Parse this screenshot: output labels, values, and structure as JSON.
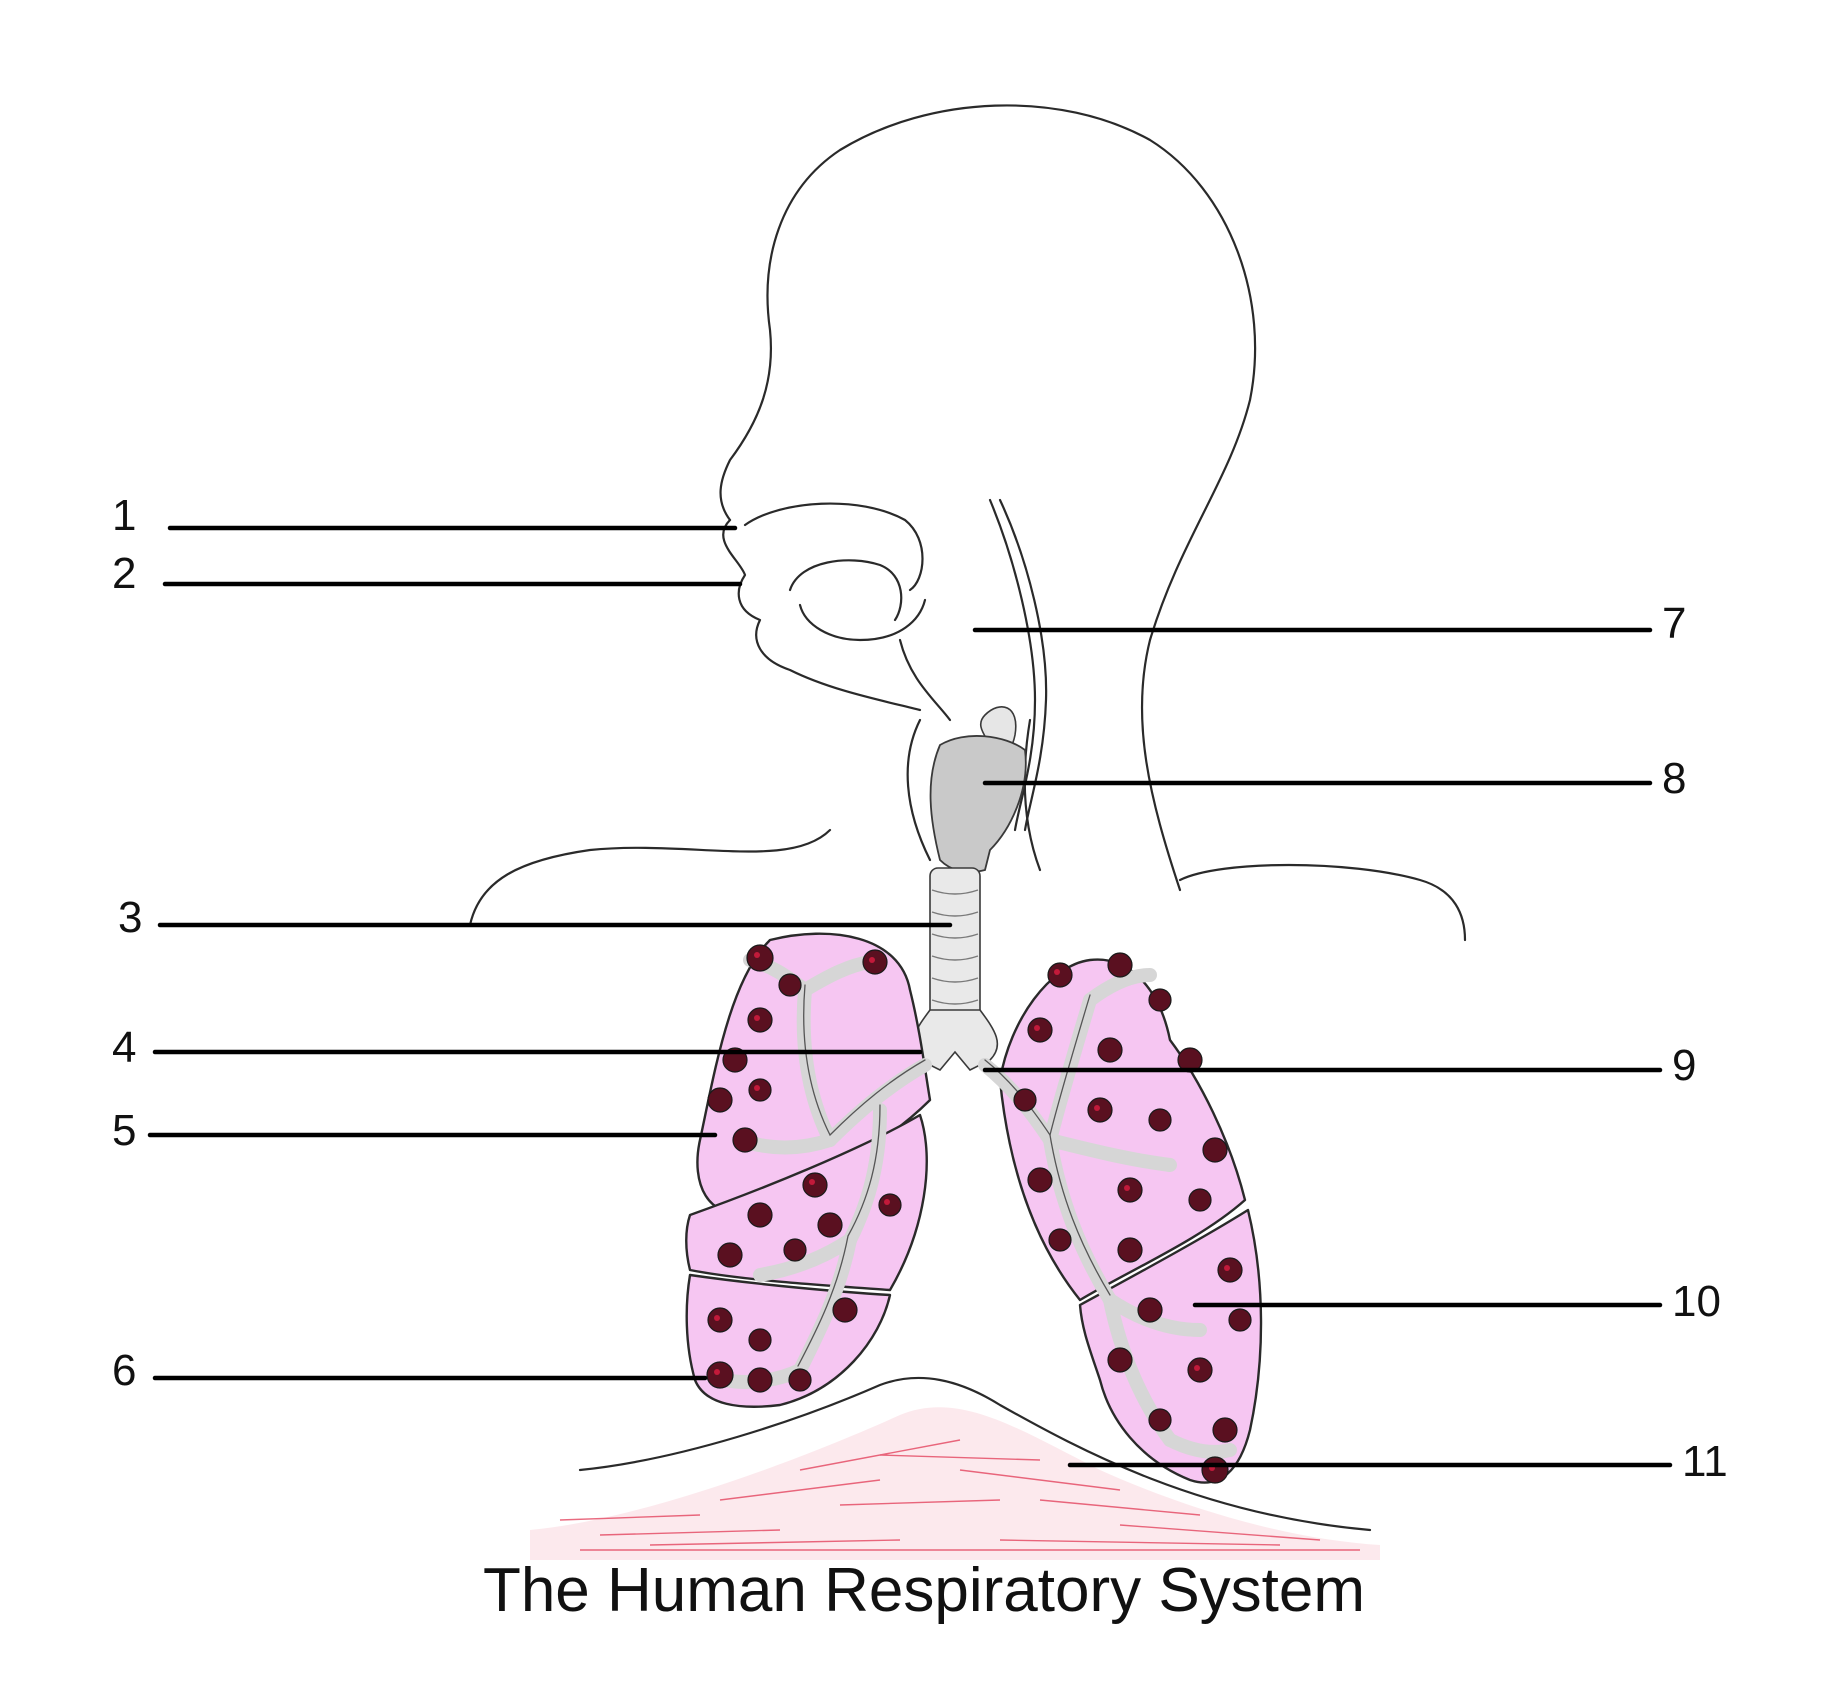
{
  "title": "The Human Respiratory System",
  "labels": {
    "n1": "1",
    "n2": "2",
    "n3": "3",
    "n4": "4",
    "n5": "5",
    "n6": "6",
    "n7": "7",
    "n8": "8",
    "n9": "9",
    "n10": "10",
    "n11": "11"
  },
  "colors": {
    "lung": "#f6c6f2",
    "larynx": "#c9c9c9",
    "alveoli": "#5a1020",
    "diaphragm": "#e23a55"
  }
}
